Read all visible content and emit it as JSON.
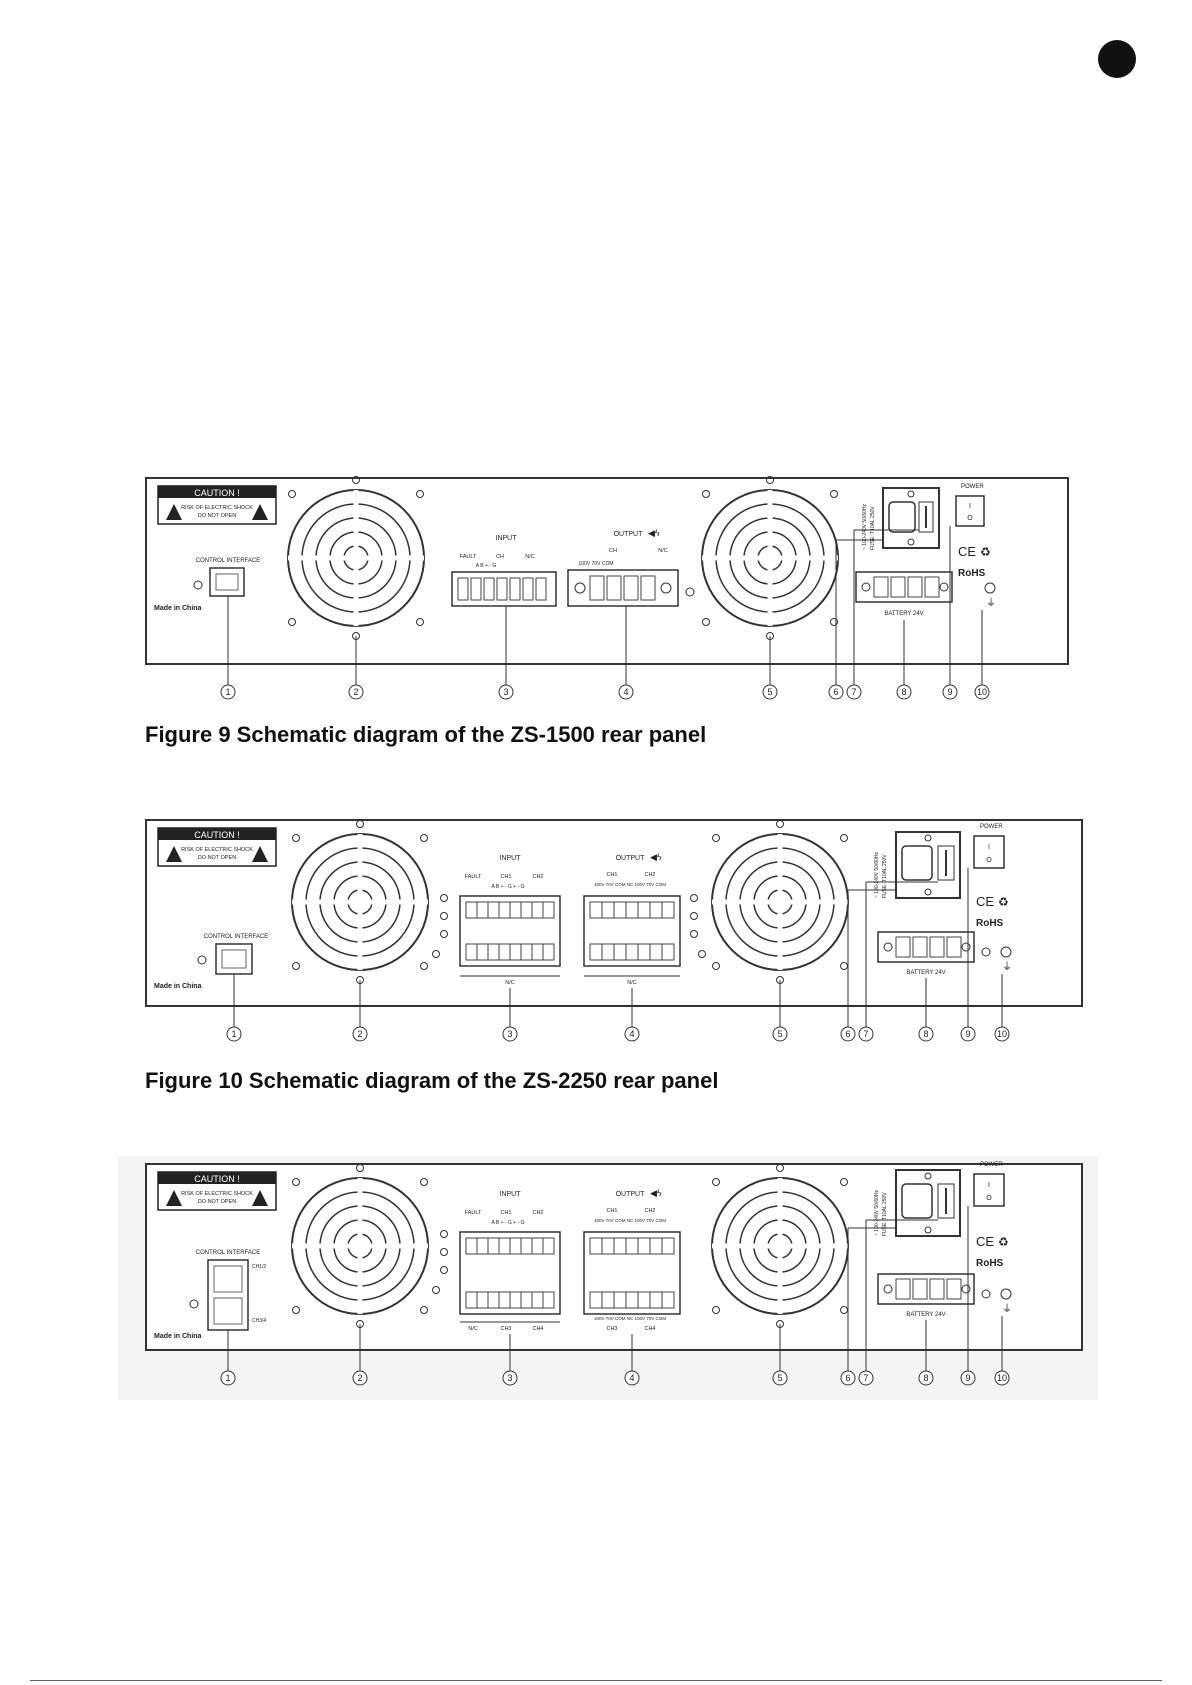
{
  "figures": [
    {
      "id": "zs-1500",
      "caption": "Figure 9  Schematic diagram of the ZS-1500 rear panel",
      "caution_title": "CAUTION !",
      "caution_line1": "RISK OF ELECTRIC SHOCK",
      "caution_line2": "DO NOT OPEN",
      "made_in": "Made in China",
      "control_label": "CONTROL INTERFACE",
      "input_title": "INPUT",
      "input_sub": [
        "FAULT",
        "CH",
        "N/C"
      ],
      "input_pins": "A   B   +   -   G",
      "output_title": "OUTPUT",
      "output_sub": [
        "CH",
        "N/C"
      ],
      "output_pins": "100V  70V  COM",
      "power_label": "POWER",
      "mains_label": "~ 100-240V 50/60Hz",
      "fuse_label": "FUSE: T10AL 250V",
      "ce_label": "CE",
      "rohs_label": "RoHS",
      "battery_label": "BATTERY  24V",
      "numbers": [
        "1",
        "2",
        "3",
        "4",
        "5",
        "6",
        "7",
        "8",
        "9",
        "10"
      ]
    },
    {
      "id": "zs-2250",
      "caption": "Figure 10  Schematic diagram of the ZS-2250 rear panel",
      "caution_title": "CAUTION !",
      "caution_line1": "RISK OF ELECTRIC SHOCK",
      "caution_line2": "DO NOT OPEN",
      "made_in": "Made in China",
      "control_label": "CONTROL INTERFACE",
      "input_title": "INPUT",
      "input_sub": [
        "FAULT",
        "CH1",
        "CH2"
      ],
      "input_pins": "A  B  +  -  G  +  -  G",
      "input_bottom": "N/C",
      "output_title": "OUTPUT",
      "output_sub": [
        "CH1",
        "CH2"
      ],
      "output_pins": "100V 70V COM NC 100V 70V COM",
      "output_bottom": "N/C",
      "power_label": "POWER",
      "mains_label": "~ 100-240V 50/60Hz",
      "fuse_label": "FUSE: T10AL 250V",
      "ce_label": "CE",
      "rohs_label": "RoHS",
      "battery_label": "BATTERY  24V",
      "numbers": [
        "1",
        "2",
        "3",
        "4",
        "5",
        "6",
        "7",
        "8",
        "9",
        "10"
      ]
    },
    {
      "id": "zs-3",
      "caption": "",
      "caution_title": "CAUTION !",
      "caution_line1": "RISK OF ELECTRIC SHOCK",
      "caution_line2": "DO NOT OPEN",
      "made_in": "Made in China",
      "control_label": "CONTROL INTERFACE",
      "control_ch_a": "CH1/2",
      "control_ch_b": "CH3/4",
      "input_title": "INPUT",
      "input_sub": [
        "FAULT",
        "CH1",
        "CH2"
      ],
      "input_pins": "A  B  +  -  G  +  -  G",
      "input_bottom_sub": [
        "N/C",
        "CH3",
        "CH4"
      ],
      "output_title": "OUTPUT",
      "output_sub": [
        "CH1",
        "CH2"
      ],
      "output_pins": "100V 70V COM NC 100V 70V COM",
      "output_bottom_pins": "100V 70V COM NC 100V 70V COM",
      "output_bottom_sub": [
        "CH3",
        "CH4"
      ],
      "power_label": "POWER",
      "mains_label": "~ 100-240V 50/60Hz",
      "fuse_label": "FUSE: T10AL 250V",
      "ce_label": "CE",
      "rohs_label": "RoHS",
      "battery_label": "BATTERY  24V",
      "numbers": [
        "1",
        "2",
        "3",
        "4",
        "5",
        "6",
        "7",
        "8",
        "9",
        "10"
      ]
    }
  ]
}
